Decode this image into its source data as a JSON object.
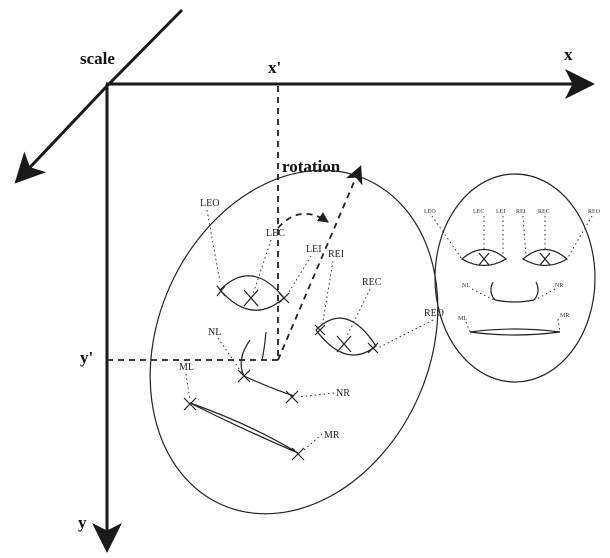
{
  "axes": {
    "x": "x",
    "y": "y",
    "scale": "scale",
    "x_prime": "x'",
    "y_prime": "y'",
    "rotation": "rotation"
  },
  "main_face": {
    "LEO": "LEO",
    "LEC": "LEC",
    "LEI": "LEI",
    "REI": "REI",
    "REC": "REC",
    "REO": "REO",
    "NL": "NL",
    "NR": "NR",
    "ML": "ML",
    "MR": "MR"
  },
  "small_face": {
    "LEO": "LEO",
    "LEC": "LEC",
    "LEI": "LEI",
    "REI": "REI",
    "REC": "REC",
    "REO": "REO",
    "NL": "NL",
    "NR": "NR",
    "ML": "ML",
    "MR": "MR"
  }
}
